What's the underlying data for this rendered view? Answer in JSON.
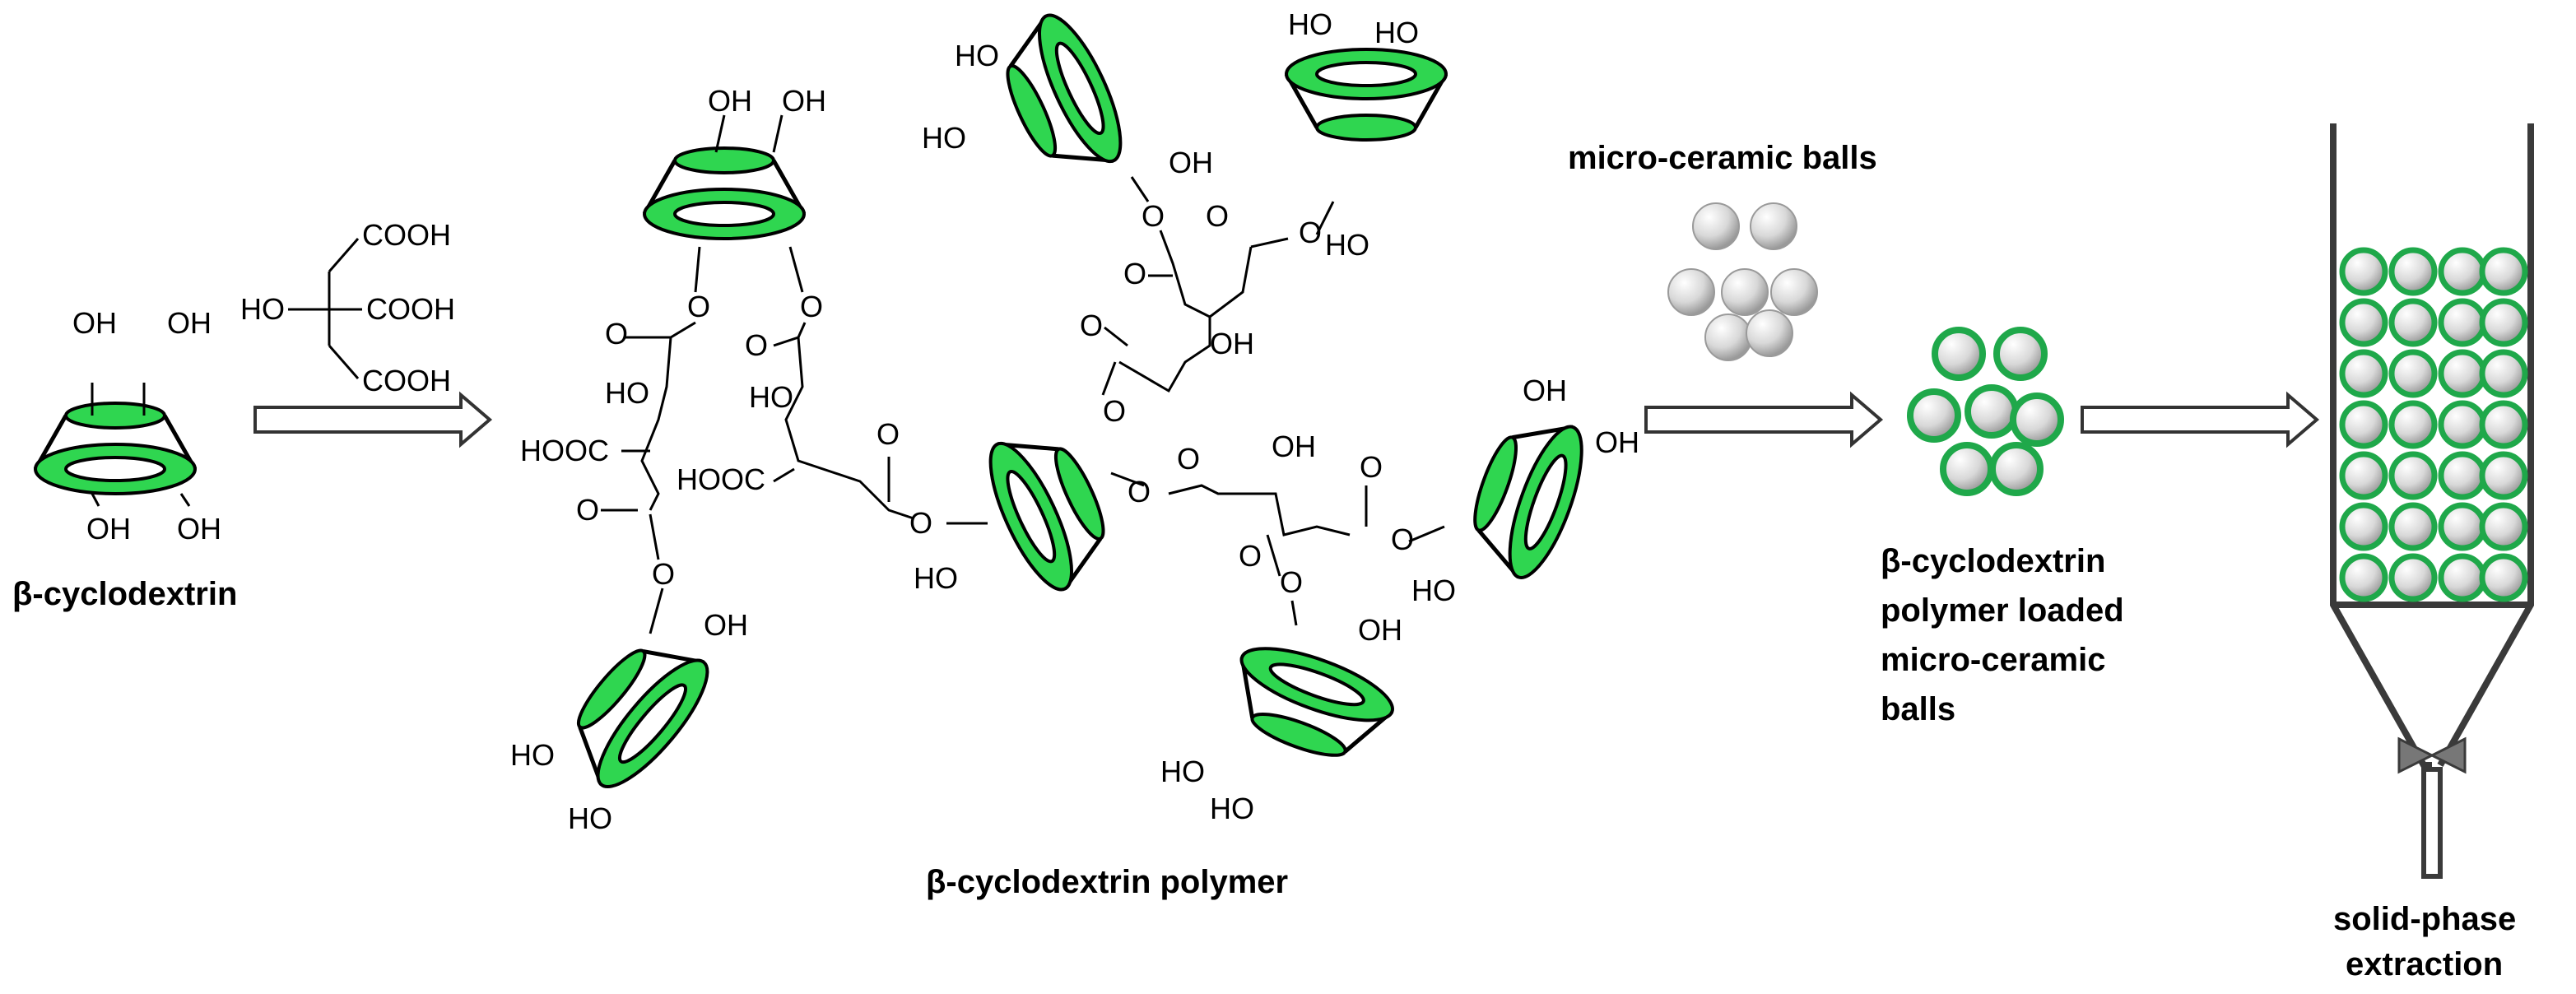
{
  "labels": {
    "beta_cd": "β-cyclodextrin",
    "polymer": "β-cyclodextrin polymer",
    "balls": "micro-ceramic balls",
    "loaded": [
      "β-cyclodextrin",
      "polymer loaded",
      "micro-ceramic",
      "balls"
    ],
    "spe": [
      "solid-phase",
      "extraction"
    ]
  },
  "chem": {
    "OH": "OH",
    "HO": "HO",
    "O": "O",
    "COOH": "COOH",
    "HOOC": "HOOC"
  },
  "colors": {
    "green": "#2fd650",
    "outline": "#000000",
    "ring_green": "#1fa84a",
    "ball_gray": "#d0d0d0",
    "column": "#3a3a3a"
  }
}
